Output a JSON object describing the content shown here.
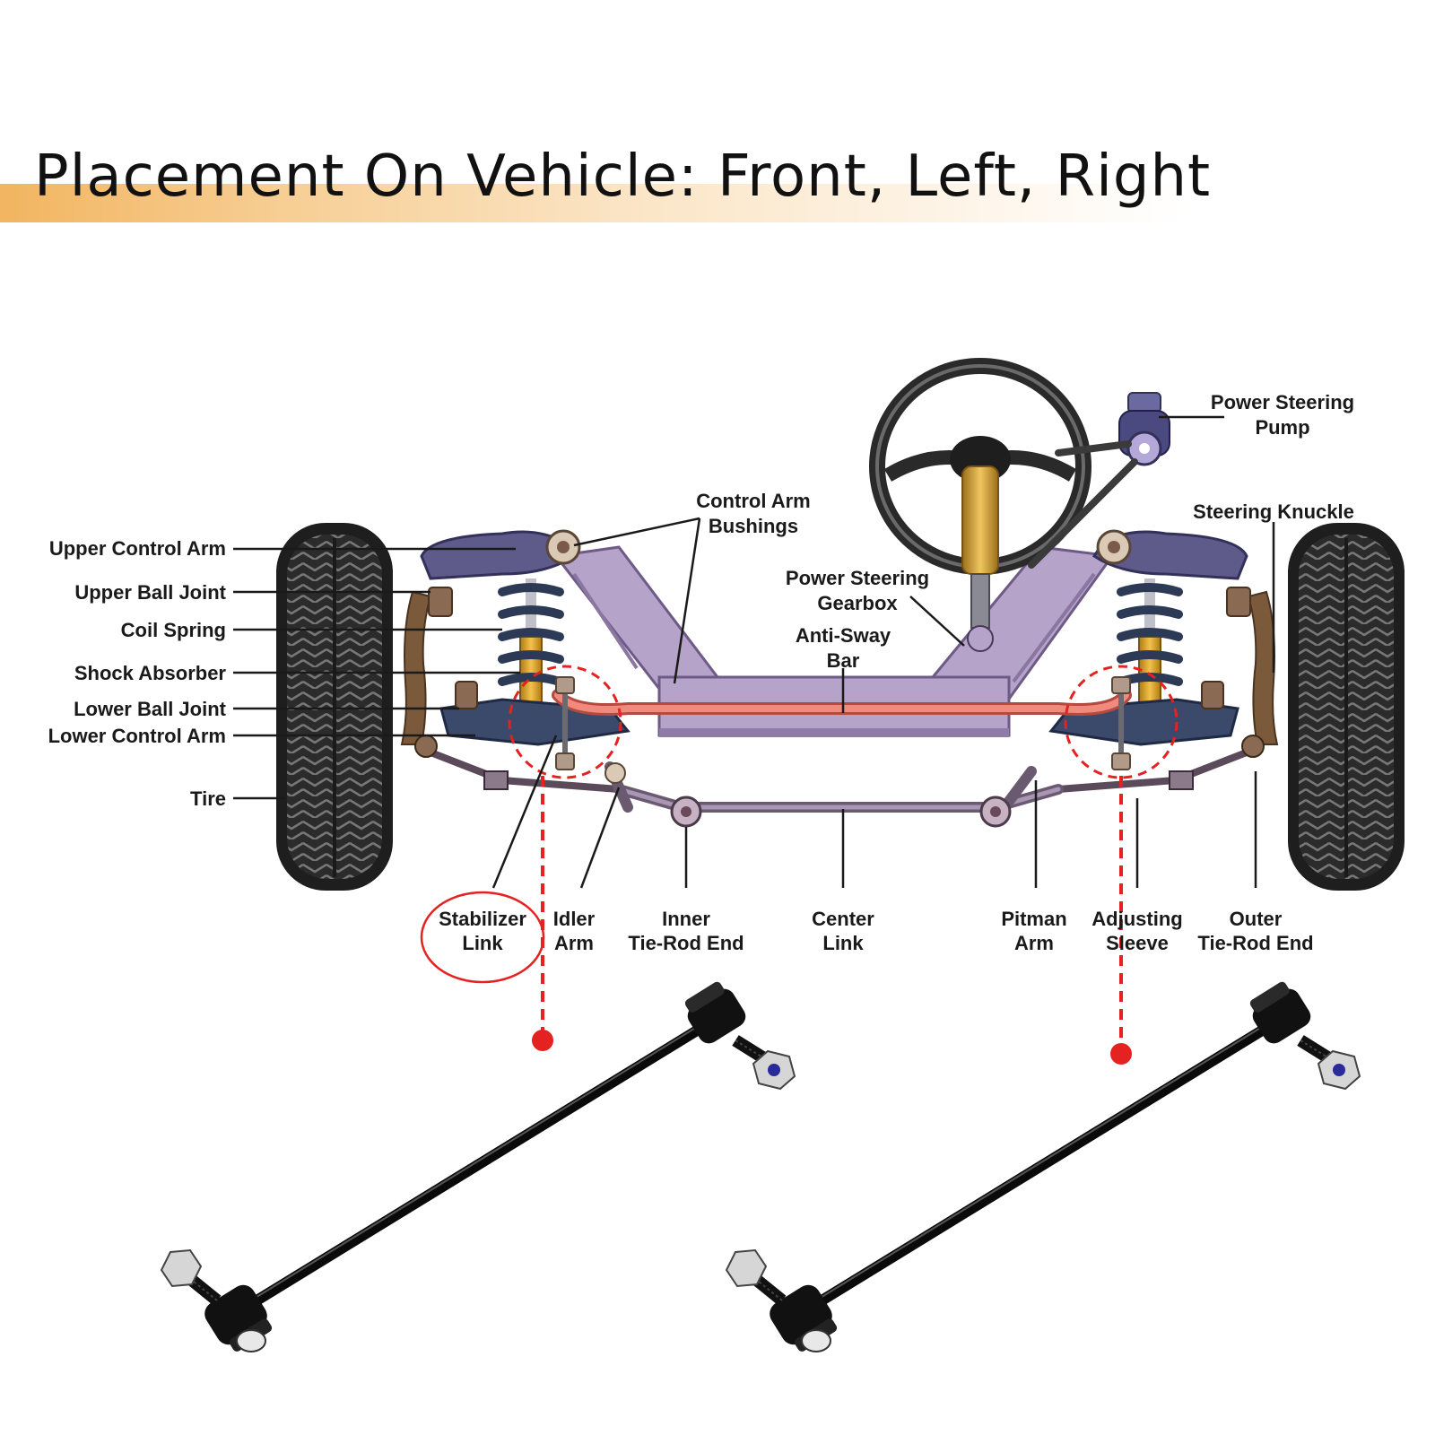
{
  "title": "Placement On Vehicle: Front, Left, Right",
  "labels": {
    "upper_control_arm": "Upper Control Arm",
    "upper_ball_joint": "Upper Ball Joint",
    "coil_spring": "Coil Spring",
    "shock_absorber": "Shock Absorber",
    "lower_ball_joint": "Lower Ball Joint",
    "lower_control_arm": "Lower Control Arm",
    "tire": "Tire",
    "control_arm_bushings_1": "Control Arm",
    "control_arm_bushings_2": "Bushings",
    "power_steering_gearbox_1": "Power Steering",
    "power_steering_gearbox_2": "Gearbox",
    "anti_sway_bar_1": "Anti-Sway",
    "anti_sway_bar_2": "Bar",
    "power_steering_pump_1": "Power Steering",
    "power_steering_pump_2": "Pump",
    "steering_knuckle": "Steering Knuckle",
    "stabilizer_link_1": "Stabilizer",
    "stabilizer_link_2": "Link",
    "idler_arm_1": "Idler",
    "idler_arm_2": "Arm",
    "inner_tie_rod_end_1": "Inner",
    "inner_tie_rod_end_2": "Tie-Rod End",
    "center_link_1": "Center",
    "center_link_2": "Link",
    "pitman_arm_1": "Pitman",
    "pitman_arm_2": "Arm",
    "adjusting_sleeve_1": "Adjusting",
    "adjusting_sleeve_2": "Sleeve",
    "outer_tie_rod_end_1": "Outer",
    "outer_tie_rod_end_2": "Tie-Rod End"
  },
  "colors": {
    "title_band": "#f2b560",
    "frame": "#b6a3c9",
    "anti_sway_bar": "#e8786c",
    "highlight_red": "#e52222",
    "shock": "#e3a52b",
    "spring": "#2d3a55",
    "tire": "#2b2b2b",
    "link_black": "#111111"
  }
}
